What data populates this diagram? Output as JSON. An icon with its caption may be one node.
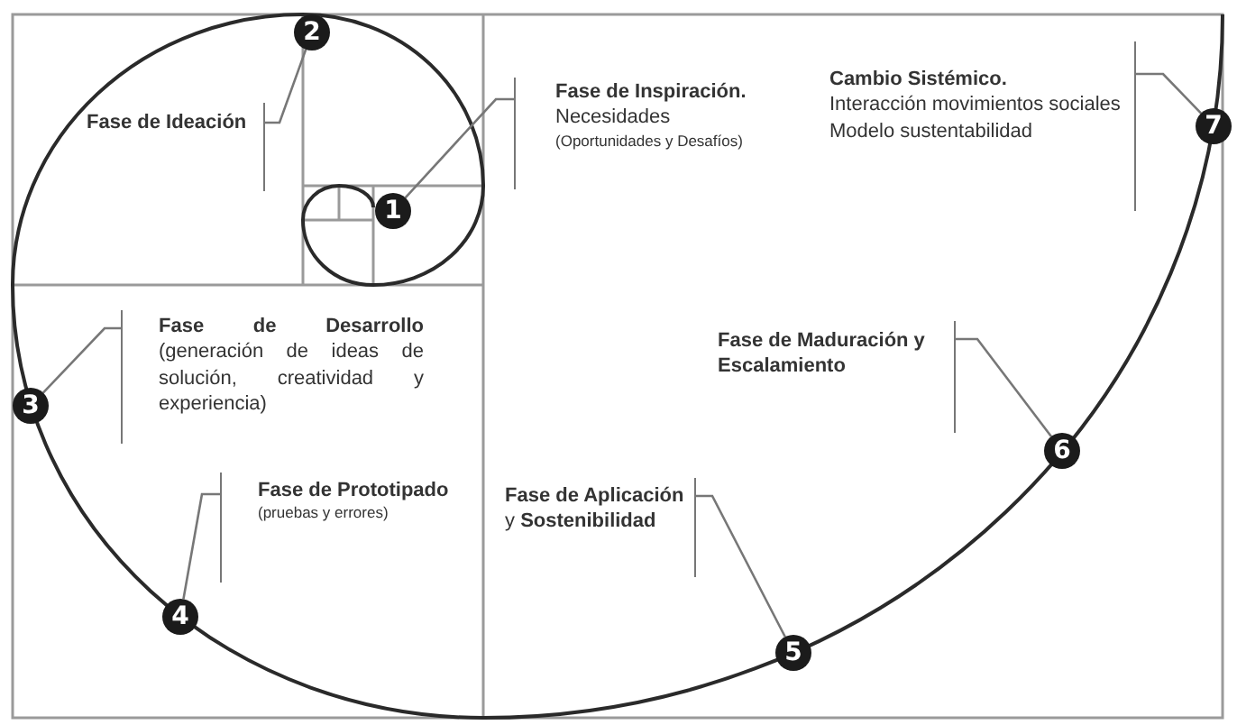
{
  "diagram": {
    "nodes": [
      {
        "text": [
          "Fase de Inspiración.",
          "Necesidades",
          "(Oportunidades y Desafíos)"
        ]
      },
      {
        "text": [
          "1"
        ]
      },
      {
        "text": [
          "Fase de Ideación"
        ]
      },
      {
        "text": [
          "2"
        ]
      },
      {
        "text": [
          "Fase de Desarrollo",
          "(generación de ideas de solución, creatividad y experiencia)"
        ]
      },
      {
        "text": [
          "3"
        ]
      },
      {
        "text": [
          "Fase de Prototipado",
          "(pruebas y errores)"
        ]
      },
      {
        "text": [
          "4"
        ]
      },
      {
        "text": [
          "**Fase de Aplicación** y **Sostenibilidad**"
        ]
      },
      {
        "text": [
          "5"
        ]
      },
      {
        "text": [
          "Fase de Maduración y Escalamiento"
        ]
      },
      {
        "text": [
          "6"
        ]
      },
      {
        "text": [
          "Cambio Sistémico.",
          "Interacción movimientos sociales",
          "Modelo sustentabilidad"
        ]
      },
      {
        "text": [
          "7"
        ]
      }
    ],
    "edges": [
      {
        "from": 0,
        "to": 1,
        "arrow": "none"
      },
      {
        "from": 2,
        "to": 3,
        "arrow": "none"
      },
      {
        "from": 4,
        "to": 5,
        "arrow": "none"
      },
      {
        "from": 6,
        "to": 7,
        "arrow": "none"
      },
      {
        "from": 8,
        "to": 9,
        "arrow": "none"
      },
      {
        "from": 10,
        "to": 11,
        "arrow": "none"
      },
      {
        "from": 12,
        "to": 13,
        "arrow": "none"
      }
    ]
  }
}
